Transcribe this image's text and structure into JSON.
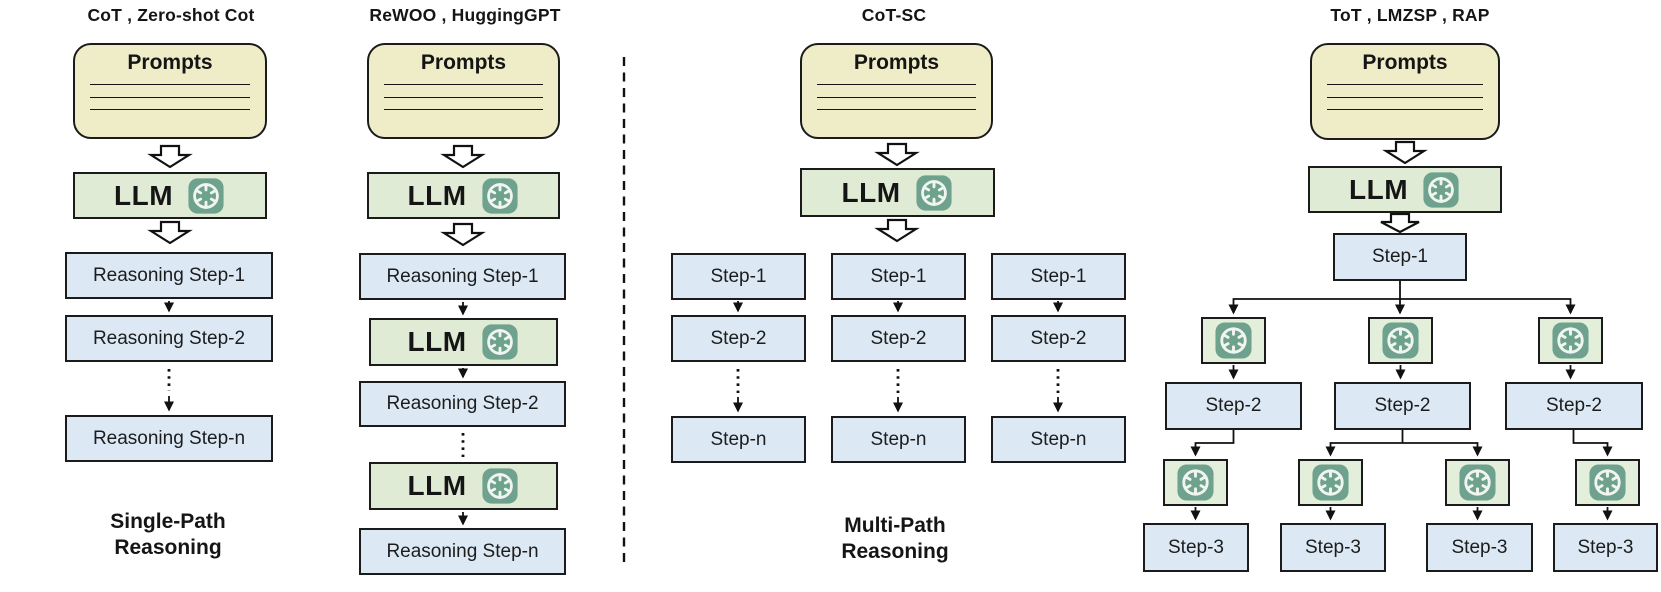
{
  "titles": {
    "col1": "CoT , Zero-shot Cot",
    "col2": "ReWOO , HuggingGPT",
    "col3": "CoT-SC",
    "col4": "ToT , LMZSP , RAP"
  },
  "labels": {
    "prompts": "Prompts",
    "llm": "LLM"
  },
  "icons": {
    "openai_logo": "openai-swirl-on-teal-square"
  },
  "single_path": {
    "steps": [
      "Reasoning Step-1",
      "Reasoning Step-2",
      "Reasoning Step-n"
    ],
    "caption": "Single-Path\nReasoning"
  },
  "rewoo": {
    "steps": [
      "Reasoning Step-1",
      "Reasoning Step-2",
      "Reasoning Step-n"
    ]
  },
  "cot_sc": {
    "chains": [
      {
        "steps": [
          "Step-1",
          "Step-2",
          "Step-n"
        ]
      },
      {
        "steps": [
          "Step-1",
          "Step-2",
          "Step-n"
        ]
      },
      {
        "steps": [
          "Step-1",
          "Step-2",
          "Step-n"
        ]
      }
    ],
    "caption": "Multi-Path\nReasoning"
  },
  "tot": {
    "step1": "Step-1",
    "step2": [
      "Step-2",
      "Step-2",
      "Step-2"
    ],
    "step3": [
      "Step-3",
      "Step-3",
      "Step-3",
      "Step-3"
    ]
  },
  "colors": {
    "prompts_fill": "#efecc8",
    "llm_fill": "#e0ebd5",
    "step_fill": "#dce9f5",
    "icon_node_fill": "#e3efda",
    "openai_teal": "#6fa28e",
    "outline": "#1b1b1b"
  }
}
